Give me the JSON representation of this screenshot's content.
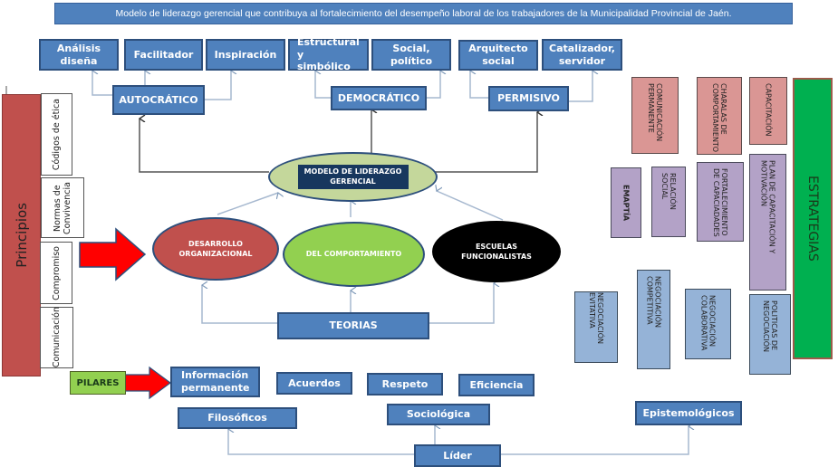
{
  "title": "Modelo de liderazgo gerencial que contribuya al fortalecimiento del desempeño laboral de los trabajadores de la Municipalidad Provincial de Jaén.",
  "leadership_styles": {
    "autocratico": {
      "label": "AUTOCRÁTICO",
      "traits": [
        "Análisis\ndiseña",
        "Facilitador",
        "Inspiración"
      ]
    },
    "democratico": {
      "label": "DEMOCRÁTICO",
      "traits": [
        "Estructural y\nsimbólico",
        "Social,\npolítico"
      ]
    },
    "permisivo": {
      "label": "PERMISIVO",
      "traits": [
        "Arquitecto\nsocial",
        "Catalizador,\nservidor"
      ]
    }
  },
  "center": {
    "model_label": "MODELO DE LIDERAZGO GERENCIAL",
    "theories": {
      "label": "TEORIAS",
      "items": [
        "DESARROLLO ORGANIZACIONAL",
        "DEL COMPORTAMIENTO",
        "ESCUELAS FUNCIONALISTAS"
      ]
    }
  },
  "principios": {
    "label": "Principios",
    "items": [
      "Códigos de ética",
      "Normas de Convivencia",
      "Compromiso",
      "Comunicación"
    ]
  },
  "pilares": {
    "label": "PILARES",
    "items": [
      "Información permanente",
      "Acuerdos",
      "Respeto",
      "Eficiencia"
    ]
  },
  "lider": {
    "label": "Líder",
    "bases": [
      "Filosóficos",
      "Sociológica",
      "Epistemológicos"
    ]
  },
  "estrategias": {
    "label": "ESTRATEGIAS",
    "pink": [
      "COMUNICACIÓN PERMANENTE",
      "CHARALAS DE COMPORTAMIENTO",
      "CAPACITACIÓN"
    ],
    "violet": [
      "EMAPTÍA",
      "RELACIÓN SOCIAL",
      "FORTALECIMIENTO DE CAPACIADADES",
      "PLAN DE CAPACITACIÓN Y MOTIVACIÓN"
    ],
    "blue": [
      "NEGOCIACIÓN EVITATIVA",
      "NEGOCIACIÓN COMPETITIVA",
      "NEGOCIACIÓN COLABORATIVA",
      "POLITICAS DE NEGOCIACIÓN"
    ]
  },
  "colors": {
    "box_blue": "#4f81bd",
    "principios_red": "#c0504d",
    "estrategias_green": "#00b050",
    "arrow_red": "#ff0000",
    "pilares_green": "#92d050",
    "pink": "#da9694",
    "violet": "#b3a2c7",
    "light_blue": "#95b3d7",
    "model_olive": "#c4d79b",
    "model_navy": "#17375e"
  }
}
